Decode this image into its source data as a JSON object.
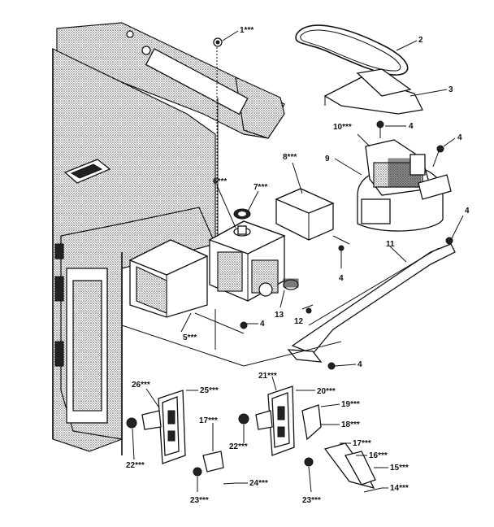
{
  "callouts": [
    {
      "id": "c1",
      "label": "1***"
    },
    {
      "id": "c2",
      "label": "2"
    },
    {
      "id": "c3",
      "label": "3"
    },
    {
      "id": "c4a",
      "label": "4"
    },
    {
      "id": "c4b",
      "label": "4"
    },
    {
      "id": "c4c",
      "label": "4"
    },
    {
      "id": "c4d",
      "label": "4"
    },
    {
      "id": "c4e",
      "label": "4"
    },
    {
      "id": "c4f",
      "label": "4"
    },
    {
      "id": "c5",
      "label": "5***"
    },
    {
      "id": "c6",
      "label": "6***"
    },
    {
      "id": "c7",
      "label": "7***"
    },
    {
      "id": "c8",
      "label": "8***"
    },
    {
      "id": "c9",
      "label": "9"
    },
    {
      "id": "c10",
      "label": "10***"
    },
    {
      "id": "c11",
      "label": "11"
    },
    {
      "id": "c12",
      "label": "12"
    },
    {
      "id": "c13",
      "label": "13"
    },
    {
      "id": "c14",
      "label": "14***"
    },
    {
      "id": "c15",
      "label": "15***"
    },
    {
      "id": "c16",
      "label": "16***"
    },
    {
      "id": "c17a",
      "label": "17***"
    },
    {
      "id": "c17b",
      "label": "17***"
    },
    {
      "id": "c18",
      "label": "18***"
    },
    {
      "id": "c19",
      "label": "19***"
    },
    {
      "id": "c20",
      "label": "20***"
    },
    {
      "id": "c21",
      "label": "21***"
    },
    {
      "id": "c22a",
      "label": "22***"
    },
    {
      "id": "c22b",
      "label": "22***"
    },
    {
      "id": "c23a",
      "label": "23***"
    },
    {
      "id": "c23b",
      "label": "23***"
    },
    {
      "id": "c24",
      "label": "24***"
    },
    {
      "id": "c25",
      "label": "25***"
    },
    {
      "id": "c26",
      "label": "26***"
    }
  ]
}
